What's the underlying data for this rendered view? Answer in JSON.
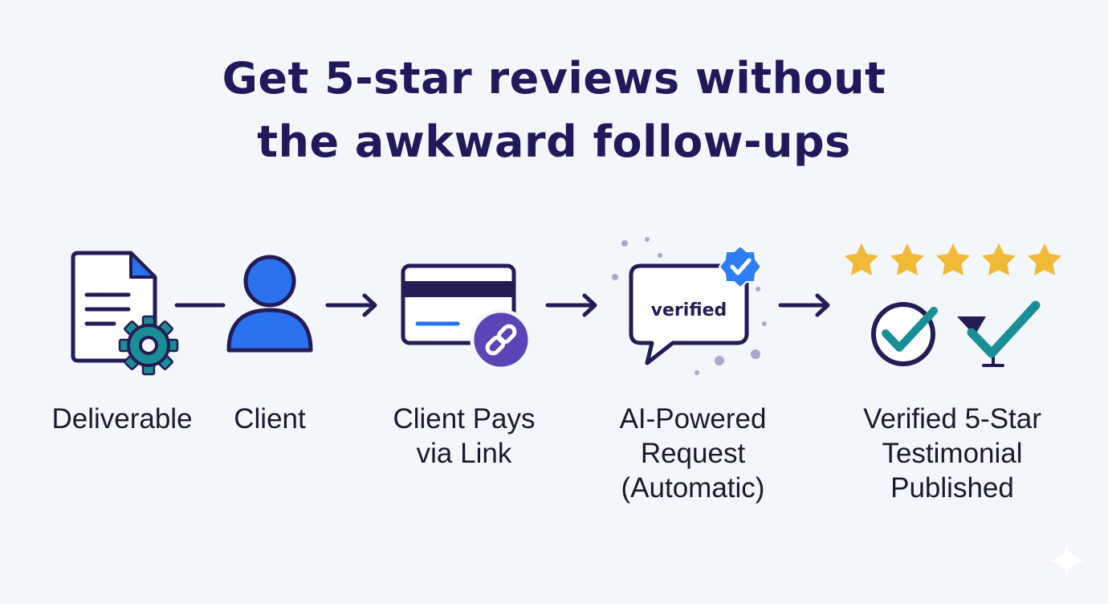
{
  "title": {
    "line1": "Get 5-star reviews without",
    "line2": "the awkward follow-ups"
  },
  "steps": [
    {
      "icon": "document-gear-icon",
      "lines": [
        "Deliverable"
      ]
    },
    {
      "icon": "person-icon",
      "lines": [
        "Client"
      ]
    },
    {
      "icon": "card-link-icon",
      "lines": [
        "Client Pays",
        "via Link"
      ]
    },
    {
      "icon": "verified-chat-icon",
      "lines": [
        "AI-Powered",
        "Request",
        "(Automatic)"
      ],
      "badge_text": "verified"
    },
    {
      "icon": "stars-check-icon",
      "lines": [
        "Verified 5-Star",
        "Testimonial",
        "Published"
      ],
      "stars": 5
    }
  ],
  "colors": {
    "title": "#22195a",
    "outline": "#241c55",
    "blue": "#2a72f0",
    "teal": "#1a8e96",
    "purple": "#5b44b6",
    "star": "#f0b936",
    "dot": "#a9aac8",
    "badge": "#2f7df3"
  }
}
